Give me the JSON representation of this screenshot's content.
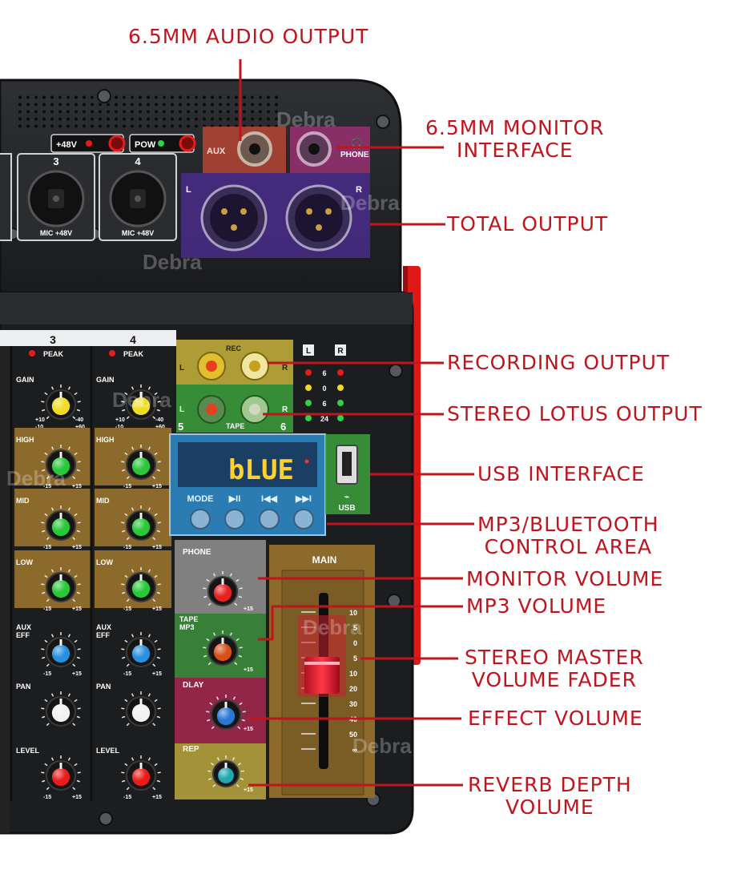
{
  "callouts": {
    "audio_output": "6.5MM AUDIO OUTPUT",
    "monitor_interface": [
      "6.5MM MONITOR",
      "INTERFACE"
    ],
    "total_output": "TOTAL OUTPUT",
    "recording_output": "RECORDING OUTPUT",
    "stereo_lotus_output": "STEREO LOTUS OUTPUT",
    "usb_interface": "USB INTERFACE",
    "mp3_control": [
      "MP3/BLUETOOTH",
      "CONTROL AREA"
    ],
    "monitor_volume": "MONITOR VOLUME",
    "mp3_volume": "MP3 VOLUME",
    "master_fader": [
      "STEREO MASTER",
      "VOLUME FADER"
    ],
    "effect_volume": "EFFECT VOLUME",
    "reverb_depth": [
      "REVERB DEPTH",
      "VOLUME"
    ]
  },
  "panel": {
    "phantom_label": "+48V",
    "power_label": "POW",
    "aux_label": "AUX",
    "phone_label": "PHONE",
    "out_left": "L",
    "out_right": "R",
    "mic_label": "MIC +48V",
    "channels": [
      {
        "number": "3",
        "peak": "PEAK"
      },
      {
        "number": "4",
        "peak": "PEAK"
      }
    ],
    "knob_labels": {
      "gain": "GAIN",
      "high": "HIGH",
      "mid": "MID",
      "low": "LOW",
      "aux": [
        "AUX",
        "EFF"
      ],
      "pan": "PAN",
      "level": "LEVEL"
    },
    "scale_min": "-15",
    "scale_max": "+15",
    "gain_scale": [
      "+10",
      "-40",
      "-10",
      "+60"
    ],
    "rec_label": "REC",
    "tape_label": "TAPE",
    "tape_numbers": [
      "5",
      "6"
    ],
    "meter_header": [
      "L",
      "R"
    ],
    "meter_levels": [
      "6",
      "0",
      "6",
      "24"
    ],
    "display_text": "bLUE",
    "transport": [
      "MODE",
      "▶II",
      "I◀◀",
      "▶▶I"
    ],
    "usb_label": "USB",
    "phone_knob": "PHONE",
    "tape_mp3_knob": [
      "TAPE",
      "MP3"
    ],
    "dlay_knob": "DLAY",
    "rep_knob": "REP",
    "main_label": "MAIN",
    "fader_scale": [
      "10",
      "5",
      "0",
      "5",
      "10",
      "20",
      "30",
      "40",
      "50",
      "∞"
    ],
    "brand": "Debra"
  },
  "colors": {
    "callout_red": "#c0151c",
    "aux_highlight": "#c84a36",
    "phone_highlight": "#a8327c",
    "output_highlight": "#4a2c8a",
    "rec_highlight": "#c8b43c",
    "tape_highlight": "#3ca03c",
    "mp3_highlight": "#2c7cb4",
    "usb_highlight": "#3ca03c",
    "monitor_highlight": "#8c8c8c",
    "tape_mp3_highlight": "#3c8c3c",
    "dlay_highlight": "#a0284c",
    "rep_highlight": "#b4a03c",
    "side_strip": "#e01818",
    "wood": "#8c6a2c"
  }
}
